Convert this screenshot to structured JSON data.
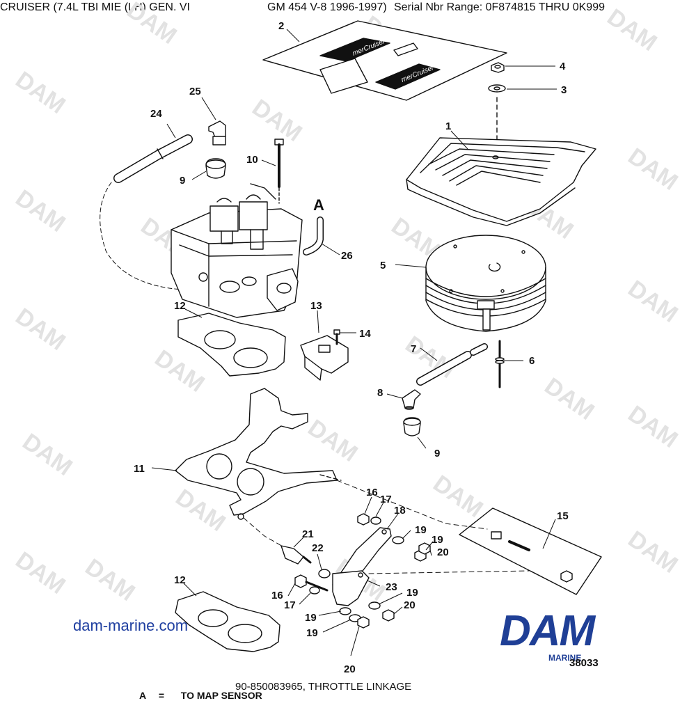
{
  "header": {
    "title_left": "CRUISER (7.4L TBI MIE (LH) GEN. VI",
    "title_mid": "GM 454 V-8 1996-1997)",
    "title_right": "Serial Nbr Range: 0F874815 THRU 0K999"
  },
  "watermark": "DAM",
  "callouts": [
    "1",
    "2",
    "3",
    "4",
    "5",
    "6",
    "7",
    "8",
    "9",
    "9",
    "10",
    "11",
    "12",
    "12",
    "13",
    "14",
    "15",
    "16",
    "16",
    "17",
    "17",
    "18",
    "19",
    "19",
    "19",
    "19",
    "19",
    "20",
    "20",
    "20",
    "21",
    "22",
    "23",
    "24",
    "25",
    "26",
    "A"
  ],
  "parts": {
    "cover_brand": "merCruiser",
    "a_label": "A"
  },
  "website": "dam-marine.com",
  "logo": {
    "main": "DAM",
    "sub": "MARINE"
  },
  "reference_number": "38033",
  "legend": {
    "key": "A",
    "equals": "=",
    "text": "TO MAP SENSOR"
  },
  "footer_caption": "90-850083965, THROTTLE LINKAGE",
  "colors": {
    "ink": "#111111",
    "brand_blue": "#1f3f96",
    "link_blue": "#1f3fa0",
    "watermark_gray": "#e2e2e2"
  }
}
